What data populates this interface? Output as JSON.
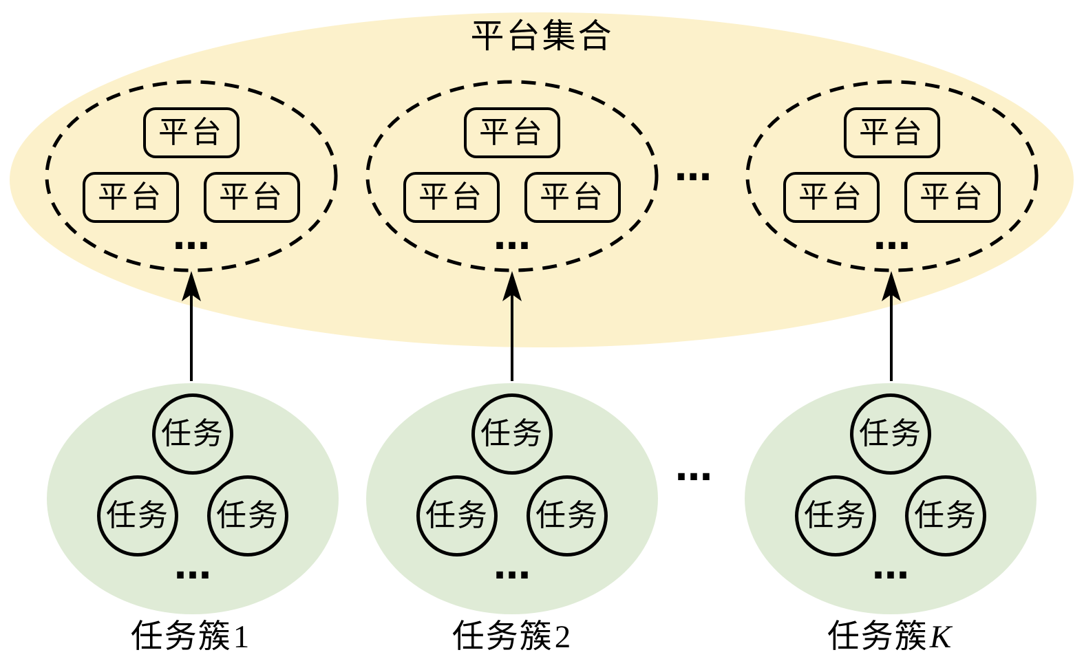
{
  "title": "平台集合",
  "colors": {
    "platform_set_fill": "#FCF1CB",
    "task_cluster_fill": "#DFEBD6",
    "stroke": "#000000"
  },
  "platform_set": {
    "groups": [
      {
        "nodes": [
          "平台",
          "平台",
          "平台"
        ],
        "more": "…"
      },
      {
        "nodes": [
          "平台",
          "平台",
          "平台"
        ],
        "more": "…"
      },
      {
        "nodes": [
          "平台",
          "平台",
          "平台"
        ],
        "more": "…"
      }
    ],
    "between_groups_more": "…"
  },
  "task_clusters": {
    "groups": [
      {
        "nodes": [
          "任务",
          "任务",
          "任务"
        ],
        "more": "…",
        "label_base": "任务簇",
        "label_var": "1",
        "label_var_style": "normal"
      },
      {
        "nodes": [
          "任务",
          "任务",
          "任务"
        ],
        "more": "…",
        "label_base": "任务簇",
        "label_var": "2",
        "label_var_style": "normal"
      },
      {
        "nodes": [
          "任务",
          "任务",
          "任务"
        ],
        "more": "…",
        "label_base": "任务簇",
        "label_var": "K",
        "label_var_style": "italic"
      }
    ],
    "between_groups_more": "…"
  }
}
